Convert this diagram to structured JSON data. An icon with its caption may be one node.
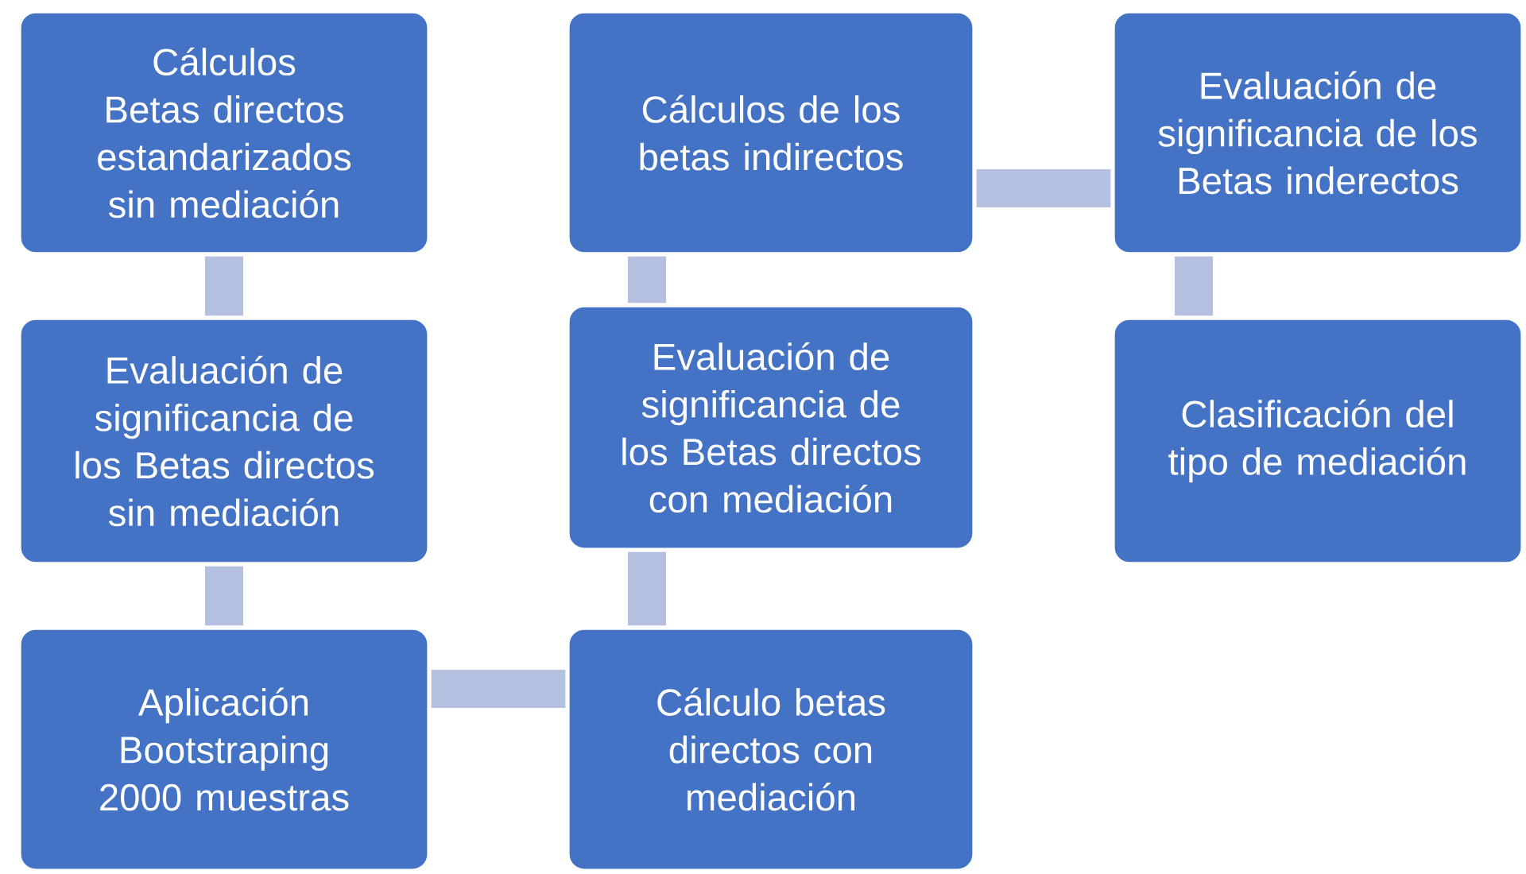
{
  "diagram": {
    "nodes": [
      {
        "text": [
          "Cálculos Betas directos estandarizados sin mediación"
        ]
      },
      {
        "text": [
          "Evaluación de significancia de los Betas directos sin mediación"
        ]
      },
      {
        "text": [
          "Aplicación Bootstraping 2000 muestras"
        ]
      },
      {
        "text": [
          "Cálculo betas directos con mediación"
        ]
      },
      {
        "text": [
          "Evaluación de significancia de los Betas directos con mediación"
        ]
      },
      {
        "text": [
          "Cálculos de los betas indirectos"
        ]
      },
      {
        "text": [
          "Evaluación de significancia de los Betas inderectos"
        ]
      },
      {
        "text": [
          "Clasificación del tipo de mediación"
        ]
      }
    ],
    "edges": [
      {
        "from": 0,
        "to": 1,
        "arrow": "none"
      },
      {
        "from": 1,
        "to": 2,
        "arrow": "none"
      },
      {
        "from": 2,
        "to": 3,
        "arrow": "none"
      },
      {
        "from": 3,
        "to": 4,
        "arrow": "none"
      },
      {
        "from": 4,
        "to": 5,
        "arrow": "none"
      },
      {
        "from": 5,
        "to": 6,
        "arrow": "none"
      },
      {
        "from": 6,
        "to": 7,
        "arrow": "none"
      }
    ]
  }
}
